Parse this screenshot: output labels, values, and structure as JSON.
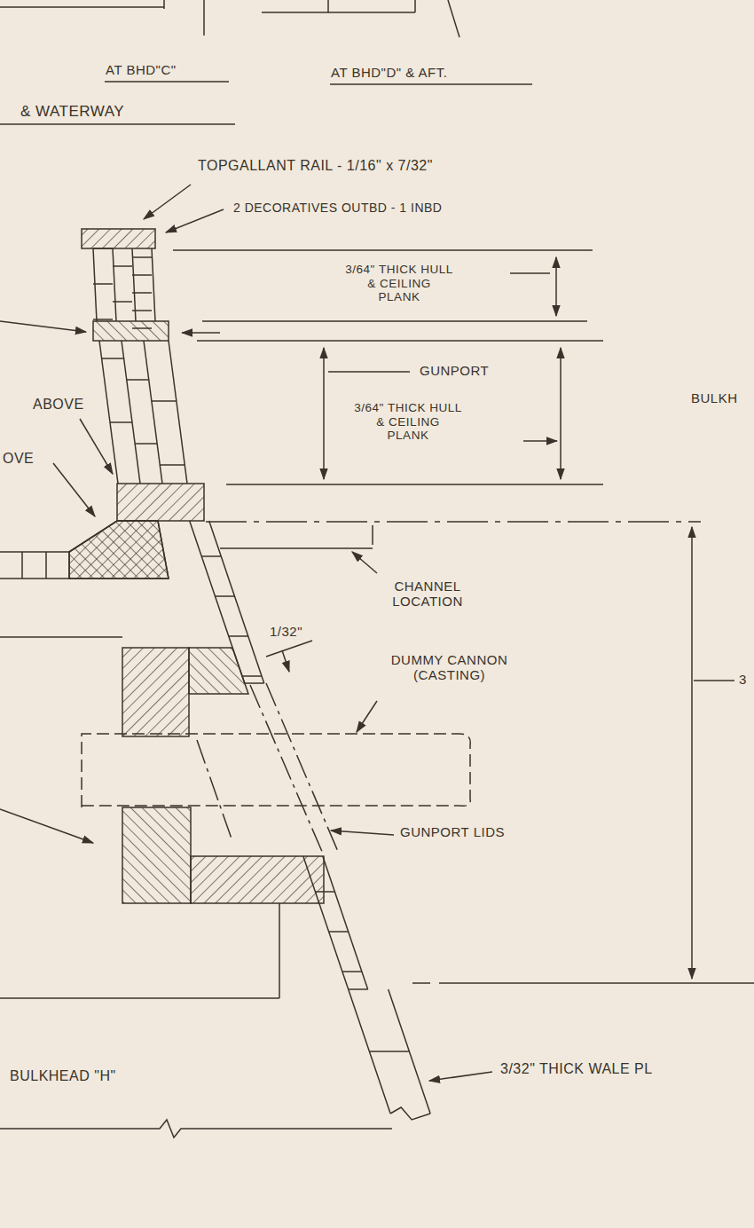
{
  "diagram": {
    "labels": [
      "AT BHD\"C\"",
      "AT BHD\"D\" & AFT.",
      "& WATERWAY",
      "TOPGALLANT RAIL - 1/16\" x 7/32\"",
      "2 DECORATIVES OUTBD - 1 INBD",
      "3/64\" THICK HULL & CEILING PLANK",
      "GUNPORT",
      "3/64\" THICK HULL & CEILING PLANK",
      "BULKH",
      "ABOVE",
      "OVE",
      "CHANNEL LOCATION",
      "1/32\"",
      "DUMMY CANNON (CASTING)",
      "GUNPORT LIDS",
      "3",
      "BULKHEAD \"H\"",
      "3/32\" THICK WALE PL"
    ]
  }
}
